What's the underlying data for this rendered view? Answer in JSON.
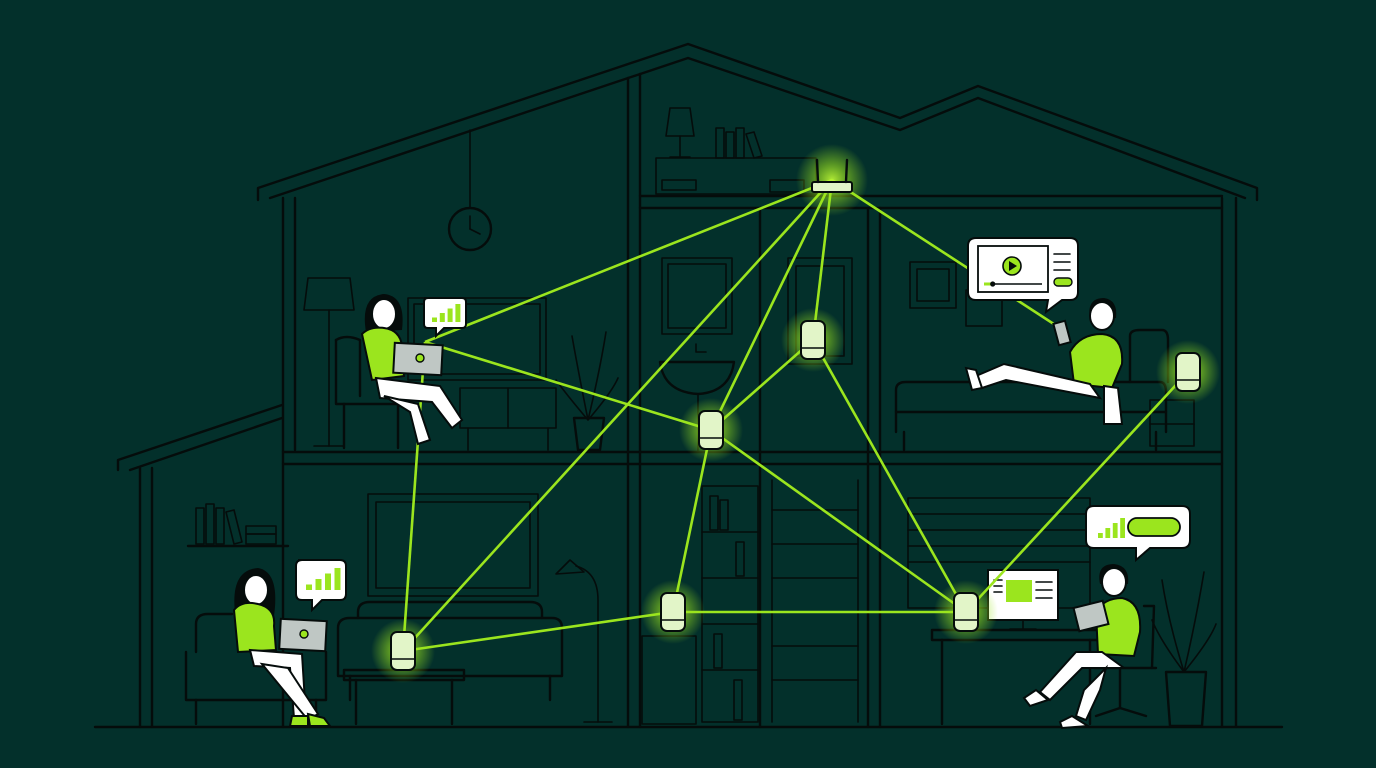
{
  "colors": {
    "background": "#03302b",
    "outline": "#050c0b",
    "accent": "#9be51e",
    "node_body": "#e2f5c8",
    "glow": "#b8f236",
    "bubble": "#ffffff"
  },
  "network": {
    "router": {
      "icon": "router-icon"
    },
    "nodes": [
      {
        "id": "router",
        "type": "router"
      },
      {
        "id": "upstairs-bath",
        "type": "extender"
      },
      {
        "id": "upstairs-center",
        "type": "extender"
      },
      {
        "id": "upstairs-bedroom",
        "type": "extender"
      },
      {
        "id": "downstairs-living",
        "type": "extender"
      },
      {
        "id": "downstairs-stairs",
        "type": "extender"
      },
      {
        "id": "downstairs-office",
        "type": "extender"
      }
    ],
    "links": [
      [
        "router",
        "upstairs-bath"
      ],
      [
        "router",
        "upstairs-center"
      ],
      [
        "router",
        "user-laptop-upstairs"
      ],
      [
        "router",
        "user-phone-bedroom"
      ],
      [
        "router",
        "downstairs-living"
      ],
      [
        "upstairs-bath",
        "upstairs-center"
      ],
      [
        "upstairs-bath",
        "downstairs-office"
      ],
      [
        "upstairs-center",
        "user-laptop-upstairs"
      ],
      [
        "upstairs-center",
        "downstairs-stairs"
      ],
      [
        "upstairs-center",
        "downstairs-office"
      ],
      [
        "downstairs-living",
        "user-laptop-upstairs"
      ],
      [
        "downstairs-living",
        "downstairs-stairs"
      ],
      [
        "downstairs-stairs",
        "downstairs-office"
      ],
      [
        "downstairs-office",
        "upstairs-bedroom"
      ]
    ]
  },
  "people": [
    {
      "id": "user-laptop-upstairs",
      "device": "laptop-icon",
      "bubble": "signal-bars-icon"
    },
    {
      "id": "user-laptop-downstairs",
      "device": "laptop-icon",
      "bubble": "signal-bars-icon"
    },
    {
      "id": "user-phone-bedroom",
      "device": "phone-icon",
      "bubble": "video-player-icon"
    },
    {
      "id": "user-tablet-office",
      "device": "tablet-icon",
      "bubble": "signal-bars-icon"
    }
  ],
  "bubbles": {
    "signal_bars": [
      0.25,
      0.5,
      0.75,
      1.0
    ],
    "video_progress": 0.15
  }
}
